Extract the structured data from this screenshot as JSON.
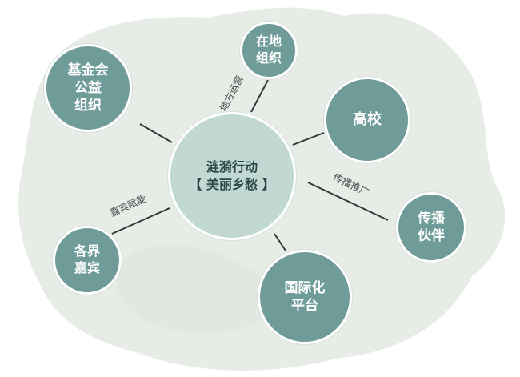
{
  "diagram": {
    "center": {
      "line1": "涟漪行动",
      "line2": "【 美丽乡愁 】"
    },
    "nodes": {
      "jijinhui": "基金会\n公益\n组织",
      "zaidi": "在地\n组织",
      "gaoxiao": "高校",
      "chuanbo": "传播\n伙伴",
      "guoji": "国际化\n平台",
      "gejie": "各界\n嘉宾"
    },
    "edge_labels": {
      "zaidi": "地方运营",
      "chuanbo": "传播推广",
      "gejie": "嘉宾赋能"
    },
    "colors": {
      "node": "#6f9c99",
      "center": "#c2d8d3",
      "background_blob": "#e6ebe6",
      "line": "#2f3b39"
    }
  }
}
